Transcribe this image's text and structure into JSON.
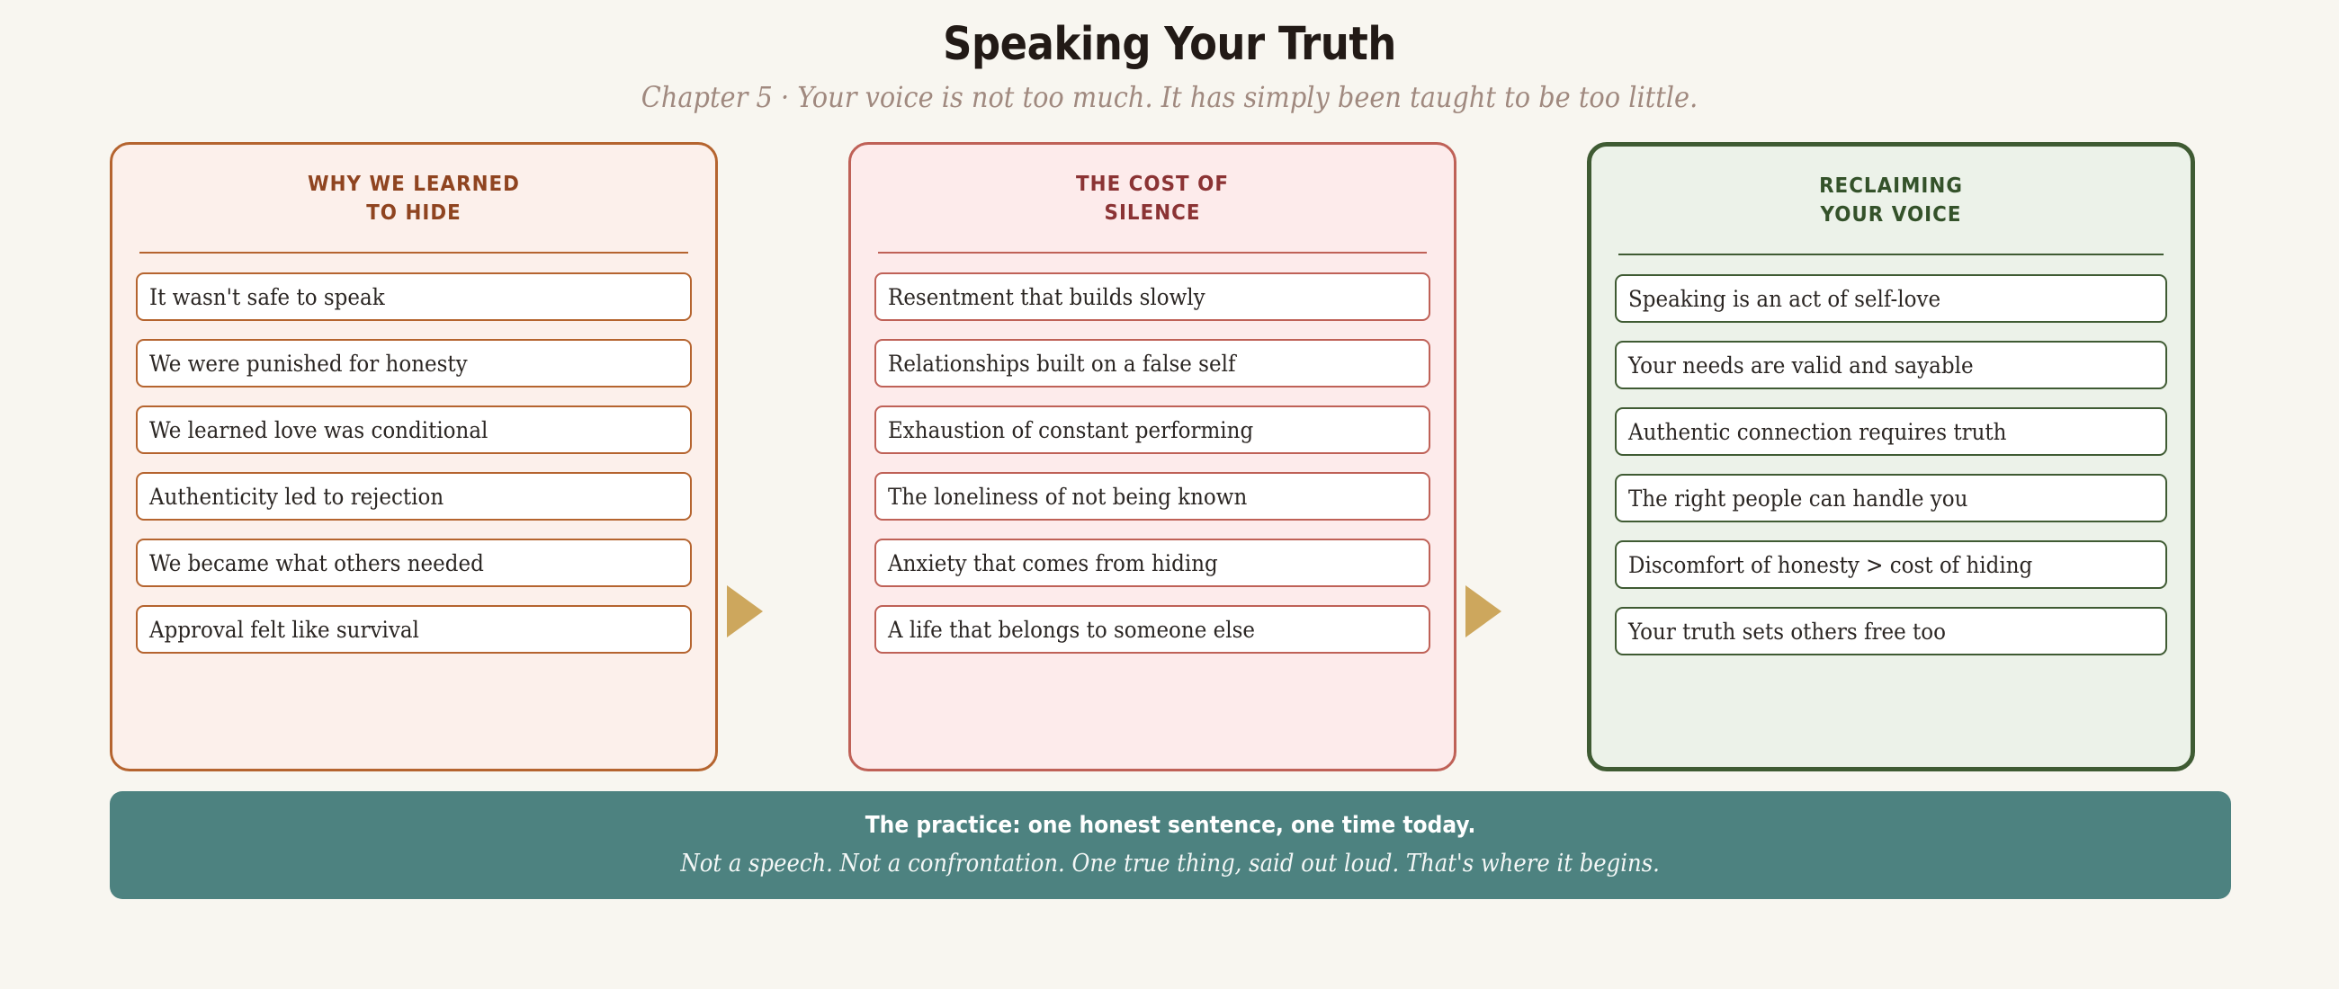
{
  "header": {
    "title": "Speaking Your Truth",
    "subtitle": "Chapter 5 · Your voice is not too much. It has simply been taught to be too little."
  },
  "colors": {
    "page_background": "#f8f6f0",
    "column_1_accent": "#b5642f",
    "column_1_heading": "#8f4420",
    "column_1_fill": "#fcf0eb",
    "column_2_accent": "#bf6157",
    "column_2_heading": "#8b3334",
    "column_2_fill": "#fdebeb",
    "column_3_accent": "#3f5b33",
    "column_3_heading": "#34522a",
    "column_3_fill": "#ecf2e9",
    "arrow": "#cda75d",
    "footer_background": "#4d8280",
    "footer_text": "#ffffff",
    "item_background": "#ffffff",
    "item_text": "#2b2623",
    "title_text": "#221a16",
    "subtitle_text": "#a0897f"
  },
  "columns": [
    {
      "heading_line1": "WHY WE LEARNED",
      "heading_line2": "TO HIDE",
      "items": [
        "It wasn't safe to speak",
        "We were punished for honesty",
        "We learned love was conditional",
        "Authenticity led to rejection",
        "We became what others needed",
        "Approval felt like survival"
      ]
    },
    {
      "heading_line1": "THE COST OF",
      "heading_line2": "SILENCE",
      "items": [
        "Resentment that builds slowly",
        "Relationships built on a false self",
        "Exhaustion of constant performing",
        "The loneliness of not being known",
        "Anxiety that comes from hiding",
        "A life that belongs to someone else"
      ]
    },
    {
      "heading_line1": "RECLAIMING",
      "heading_line2": "YOUR VOICE",
      "items": [
        "Speaking is an act of self-love",
        "Your needs are valid and sayable",
        "Authentic connection requires truth",
        "The right people can handle you",
        "Discomfort of honesty > cost of hiding",
        "Your truth sets others free too"
      ]
    }
  ],
  "connectors": [
    {
      "icon": "arrow-right-icon"
    },
    {
      "icon": "arrow-right-icon"
    }
  ],
  "footer": {
    "line1": "The practice: one honest sentence, one time today.",
    "line2": "Not a speech. Not a confrontation. One true thing, said out loud. That's where it begins."
  }
}
